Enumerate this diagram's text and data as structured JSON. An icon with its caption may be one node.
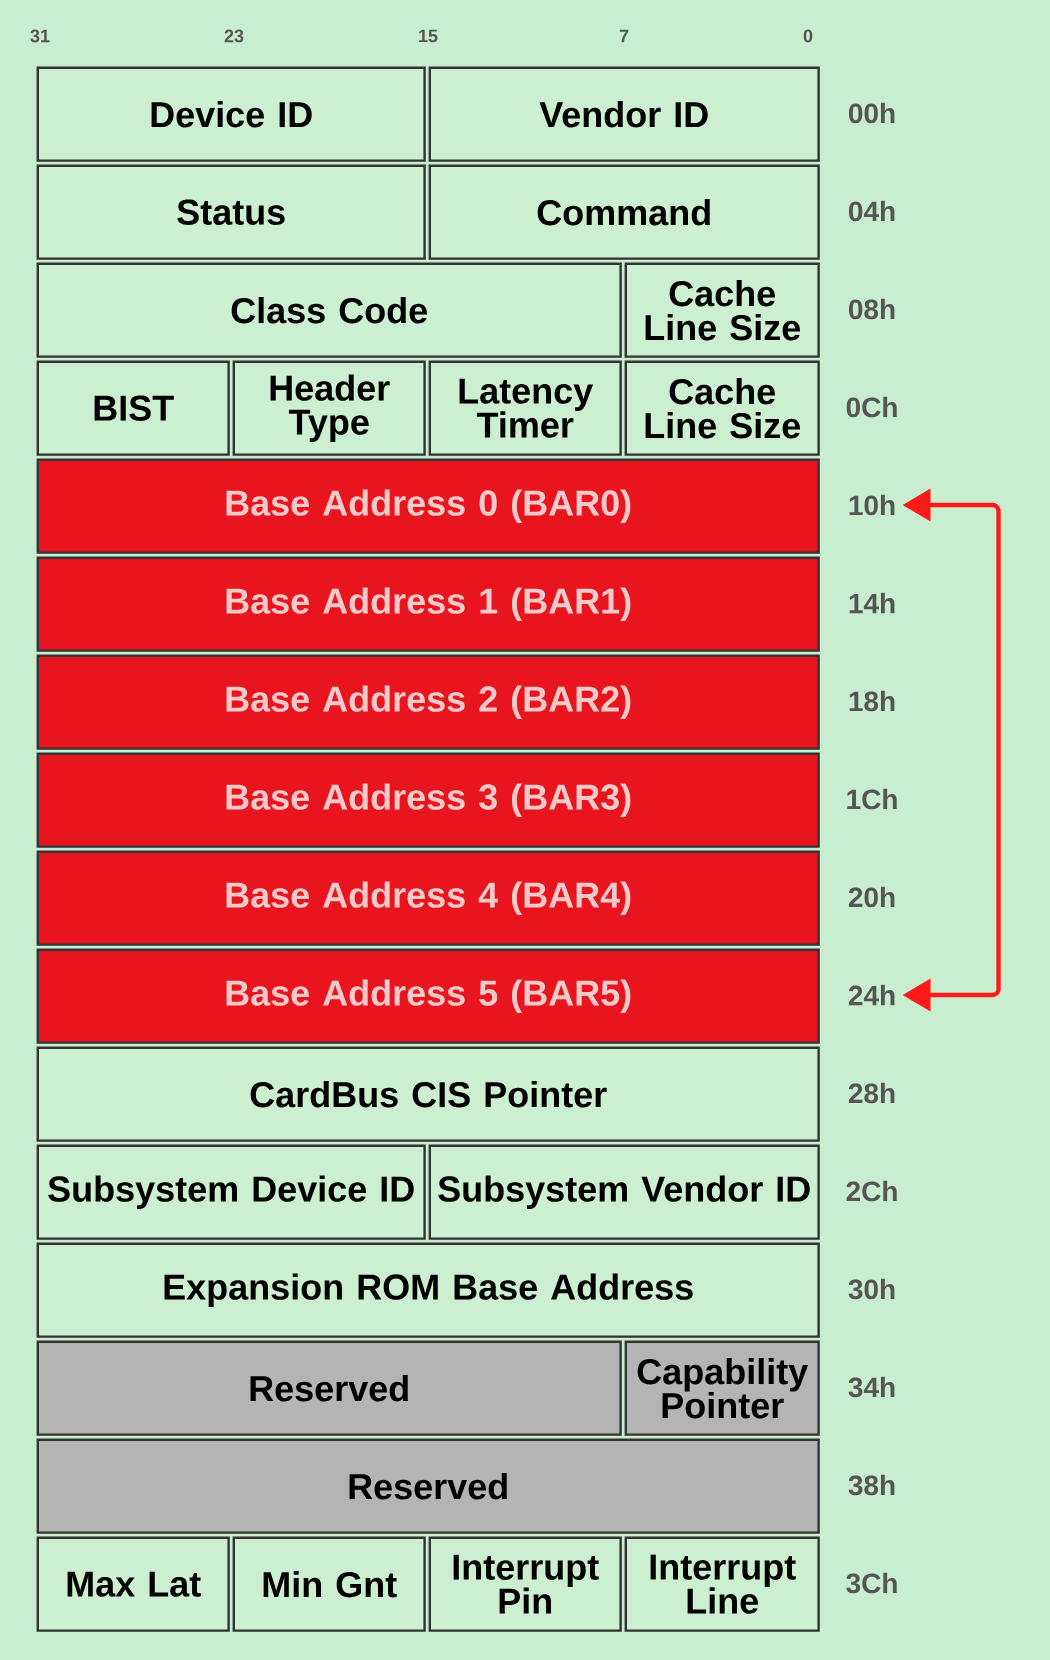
{
  "diagram": {
    "nodes": [
      {
        "text": [
          "Device ID"
        ]
      },
      {
        "text": [
          "Vendor ID"
        ]
      },
      {
        "text": [
          "Status"
        ]
      },
      {
        "text": [
          "Command"
        ]
      },
      {
        "text": [
          "Class Code"
        ]
      },
      {
        "text": [
          "Cache Line Size"
        ]
      },
      {
        "text": [
          "BIST"
        ]
      },
      {
        "text": [
          "Header Type"
        ]
      },
      {
        "text": [
          "Latency Timer"
        ]
      },
      {
        "text": [
          "Cache Line Size"
        ]
      },
      {
        "text": [
          "Base Address 0 (BAR0)"
        ]
      },
      {
        "text": [
          "10h"
        ]
      },
      {
        "text": [
          "Base Address 1 (BAR1)"
        ]
      },
      {
        "text": [
          "Base Address 2 (BAR2)"
        ]
      },
      {
        "text": [
          "Base Address 3 (BAR3)"
        ]
      },
      {
        "text": [
          "Base Address 4 (BAR4)"
        ]
      },
      {
        "text": [
          "Base Address 5 (BAR5)"
        ]
      },
      {
        "text": [
          "24h"
        ]
      },
      {
        "text": [
          "CardBus CIS Pointer"
        ]
      },
      {
        "text": [
          "Subsystem Device ID"
        ]
      },
      {
        "text": [
          "Subsystem Vendor ID"
        ]
      },
      {
        "text": [
          "Expansion ROM Base Address"
        ]
      },
      {
        "text": [
          "Reserved"
        ]
      },
      {
        "text": [
          "Capability Pointer"
        ]
      },
      {
        "text": [
          "Reserved"
        ]
      },
      {
        "text": [
          "Max Lat"
        ]
      },
      {
        "text": [
          "Min Gnt"
        ]
      },
      {
        "text": [
          "Interrupt Pin"
        ]
      },
      {
        "text": [
          "Interrupt Line"
        ]
      }
    ],
    "edges": [
      {
        "from": 11,
        "to": 17,
        "arrow": "both",
        "color": "#ff1a1a"
      }
    ],
    "labels": [
      "31",
      "23",
      "15",
      "7",
      "0",
      "00h",
      "04h",
      "08h",
      "0Ch",
      "14h",
      "18h",
      "1Ch",
      "20h",
      "28h",
      "2Ch",
      "30h",
      "34h",
      "38h",
      "3Ch"
    ]
  }
}
